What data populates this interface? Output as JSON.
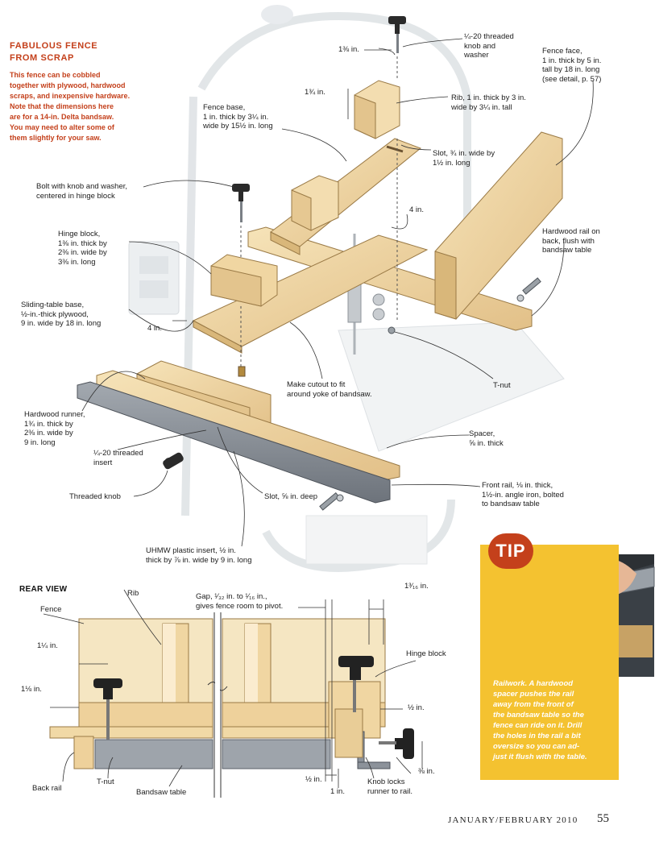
{
  "header": {
    "title": "FABULOUS FENCE\nFROM SCRAP",
    "intro": "This fence can be cobbled\ntogether with plywood, hardwood\nscraps, and inexpensive hardware.\nNote that the dimensions here\nare for a 14-in. Delta bandsaw.\nYou may need to alter some of\nthem slightly for your saw."
  },
  "exploded_labels": {
    "dim_1_3_8": "1⅜ in.",
    "threaded_knob_washer": "¼-20 threaded\nknob and\nwasher",
    "fence_face": "Fence face,\n1 in. thick by 5 in.\ntall by 18 in. long\n(see detail, p. 57)",
    "dim_1_3_4": "1¾ in.",
    "rib": "Rib, 1 in. thick by 3 in.\nwide by 3¼ in. tall",
    "fence_base": "Fence base,\n1 in. thick by 3¼ in.\nwide by 15½ in. long",
    "slot_3_4": "Slot, ¾ in. wide by\n1½ in. long",
    "bolt_knob": "Bolt with knob and washer,\ncentered in hinge block",
    "dim_4in_top": "4 in.",
    "hardwood_rail": "Hardwood rail on\nback, flush with\nbandsaw table",
    "hinge_block": "Hinge block,\n1⅜ in. thick by\n2⅜ in. wide by\n3⅜ in. long",
    "sliding_table": "Sliding-table base,\n½-in.-thick plywood,\n9 in. wide by 18 in. long",
    "dim_4in_left": "4 in.",
    "cutout": "Make cutout to fit\naround yoke of bandsaw.",
    "t_nut": "T-nut",
    "hardwood_runner": "Hardwood runner,\n1¾ in. thick by\n2⅜ in. wide by\n9 in. long",
    "spacer": "Spacer,\n⅝ in. thick",
    "threaded_insert": "¼-20 threaded\ninsert",
    "threaded_knob": "Threaded knob",
    "slot_5_8": "Slot, ⅝ in. deep",
    "front_rail": "Front rail, ⅛ in. thick,\n1½-in. angle iron, bolted\nto bandsaw table",
    "uhmw": "UHMW plastic insert, ½ in.\nthick by ⅞ in. wide by 9 in. long"
  },
  "rear_view": {
    "heading": "REAR VIEW",
    "fence": "Fence",
    "rib": "Rib",
    "gap": "Gap, ¹⁄₃₂ in. to ¹⁄₁₆ in.,\ngives fence room to pivot.",
    "dim_1_3_16": "1³⁄₁₆ in.",
    "dim_1_1_4": "1¼ in.",
    "hinge_block": "Hinge block",
    "dim_1_1_8": "1⅛ in.",
    "dim_half_right": "½ in.",
    "back_rail": "Back rail",
    "t_nut": "T-nut",
    "bandsaw_table": "Bandsaw table",
    "dim_half_bottom": "½ in.",
    "dim_1in": "1 in.",
    "knob_locks": "Knob locks\nrunner to rail.",
    "dim_3_8": "⅜ in."
  },
  "tip": {
    "badge": "TIP",
    "lead": "Railwork.",
    "body": " A hardwood\nspacer pushes the rail\naway from the front of\nthe bandsaw table so the\nfence can ride on it. Drill\nthe holes in the rail a bit\noversize so you can ad-\njust it flush with the table."
  },
  "footer": {
    "issue": "JANUARY/FEBRUARY 2010",
    "page": "55"
  },
  "colors": {
    "accent": "#c4401b",
    "tip_yellow": "#f4c230",
    "wood": "#f1d9a6",
    "wood_dark": "#d9b77a",
    "steel": "#8c929a"
  }
}
